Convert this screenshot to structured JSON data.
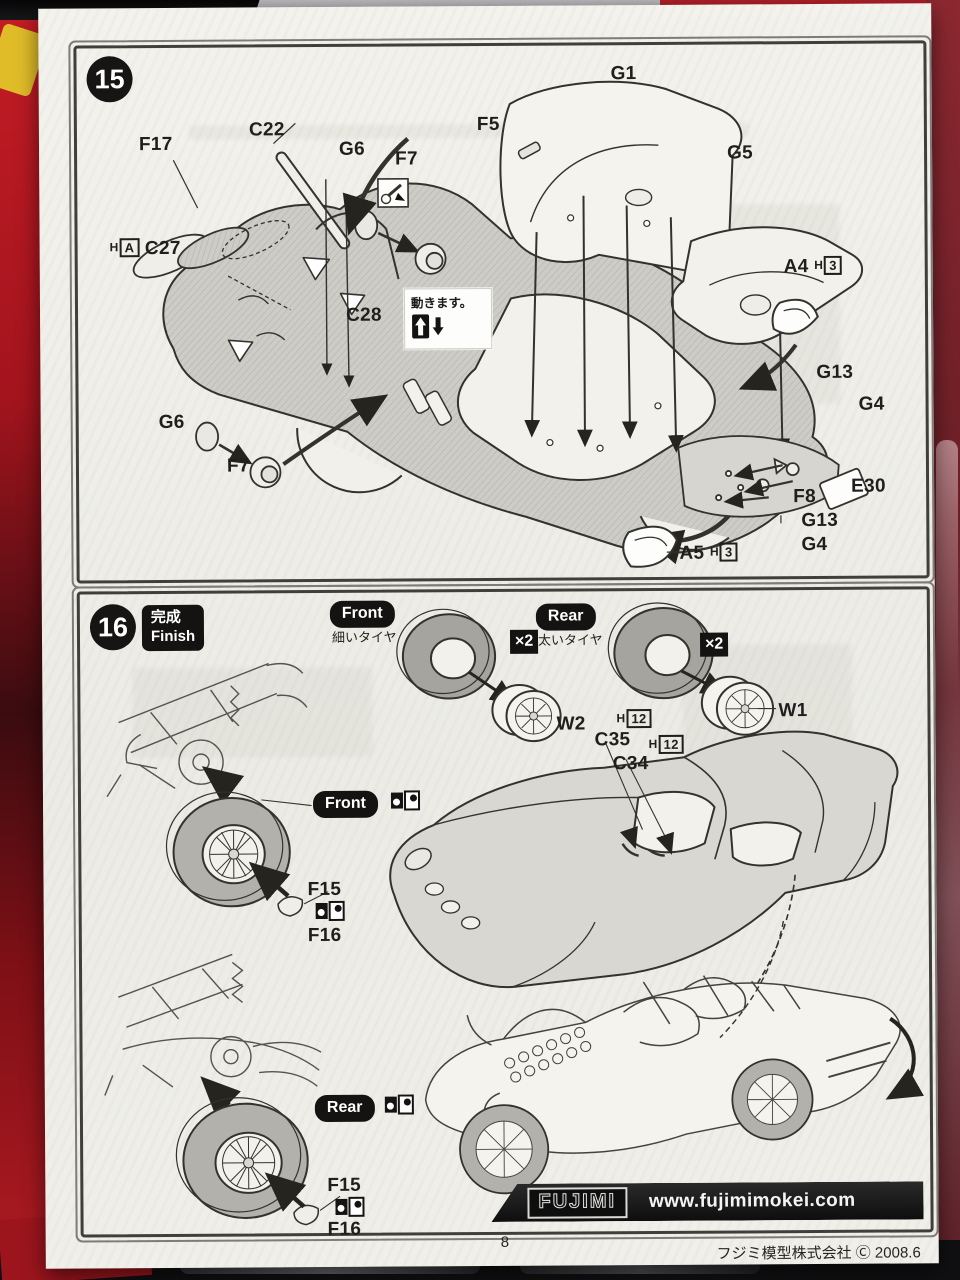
{
  "page": {
    "number": "8",
    "copyright": "フジミ模型株式会社 Ⓒ 2008.6"
  },
  "footer": {
    "logo": "FUJIMI",
    "url": "www.fujimimokei.com"
  },
  "step15": {
    "number": "15",
    "move_note": "動きます。",
    "labels": {
      "f17": "F17",
      "c22": "C22",
      "g6_top": "G6",
      "f7_top": "F7",
      "f5": "F5",
      "g1": "G1",
      "g5": "G5",
      "c27_prefix": "H",
      "c27_plate": "A",
      "c27": "C27",
      "c28": "C28",
      "a4": "A4",
      "a4_prefix": "H",
      "a4_plate": "3",
      "g13_upper": "G13",
      "g4_upper": "G4",
      "e30": "E30",
      "f8": "F8",
      "g13_lower": "G13",
      "g4_lower": "G4",
      "a5": "A5",
      "a5_prefix": "H",
      "a5_plate": "3",
      "g6_left": "G6",
      "f7_left": "F7"
    }
  },
  "step16": {
    "number": "16",
    "finish_jp": "完成",
    "finish_en": "Finish",
    "front_set": {
      "label": "Front",
      "tire": "細いタイヤ",
      "qty": "×2",
      "wheel": "W2"
    },
    "rear_set": {
      "label": "Rear",
      "tire": "太いタイヤ",
      "qty": "×2",
      "wheel": "W1"
    },
    "wiper_a": {
      "prefix": "H",
      "plate": "12",
      "label": "C35"
    },
    "wiper_b": {
      "prefix": "H",
      "plate": "12",
      "label": "C34"
    },
    "front_axle": {
      "label": "Front",
      "part1": "F15",
      "part2": "F16"
    },
    "rear_axle": {
      "label": "Rear",
      "part1": "F15",
      "part2": "F16"
    }
  }
}
